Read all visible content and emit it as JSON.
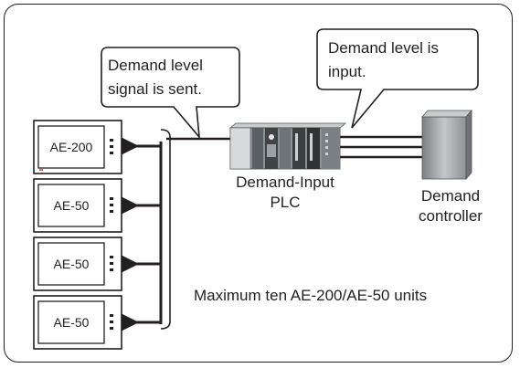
{
  "callouts": {
    "left_line1": "Demand level",
    "left_line2": "signal is sent.",
    "right_line1": "Demand level is",
    "right_line2": "input."
  },
  "devices": {
    "plc_line1": "Demand-Input",
    "plc_line2": "PLC",
    "controller_line1": "Demand",
    "controller_line2": "controller"
  },
  "units": [
    {
      "name": "AE-200"
    },
    {
      "name": "AE-50"
    },
    {
      "name": "AE-50"
    },
    {
      "name": "AE-50"
    }
  ],
  "max_units_note": "Maximum ten AE-200/AE-50 units",
  "colors": {
    "stroke": "#231f20",
    "plc_body": "#8c9196",
    "controller_body": "#a9acaf"
  }
}
